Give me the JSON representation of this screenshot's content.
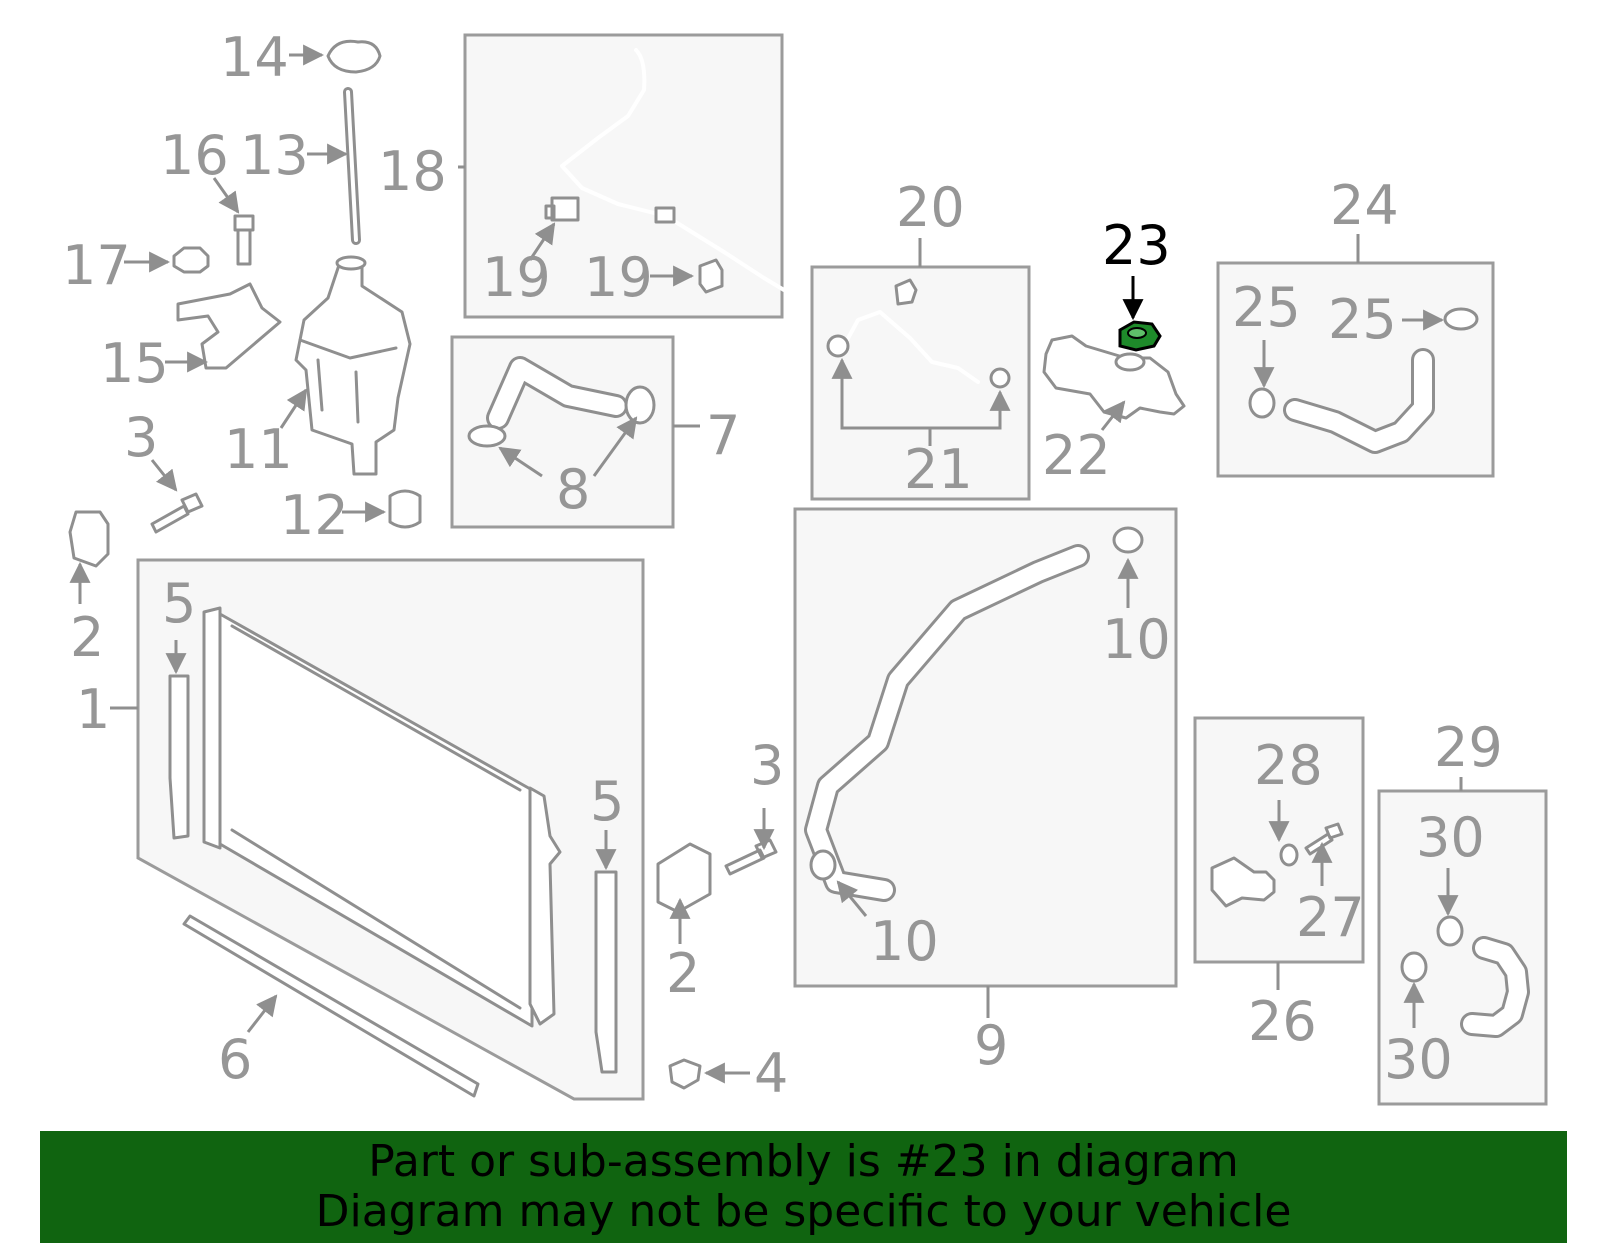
{
  "callouts": {
    "c1": "1",
    "c2a": "2",
    "c2b": "2",
    "c3a": "3",
    "c3b": "3",
    "c4": "4",
    "c5a": "5",
    "c5b": "5",
    "c6": "6",
    "c7": "7",
    "c8": "8",
    "c9": "9",
    "c10a": "10",
    "c10b": "10",
    "c11": "11",
    "c12": "12",
    "c13": "13",
    "c14": "14",
    "c15": "15",
    "c16": "16",
    "c17": "17",
    "c18": "18",
    "c19a": "19",
    "c19b": "19",
    "c20": "20",
    "c21": "21",
    "c22": "22",
    "c23": "23",
    "c24": "24",
    "c25a": "25",
    "c25b": "25",
    "c26": "26",
    "c27": "27",
    "c28": "28",
    "c29": "29",
    "c30a": "30",
    "c30b": "30"
  },
  "highlight": {
    "part": "23",
    "color": "#1e8a2a"
  },
  "banner": {
    "line1": "Part or sub-assembly is #23 in diagram",
    "line2": "Diagram may not be specific to your vehicle",
    "background": "#106410"
  }
}
